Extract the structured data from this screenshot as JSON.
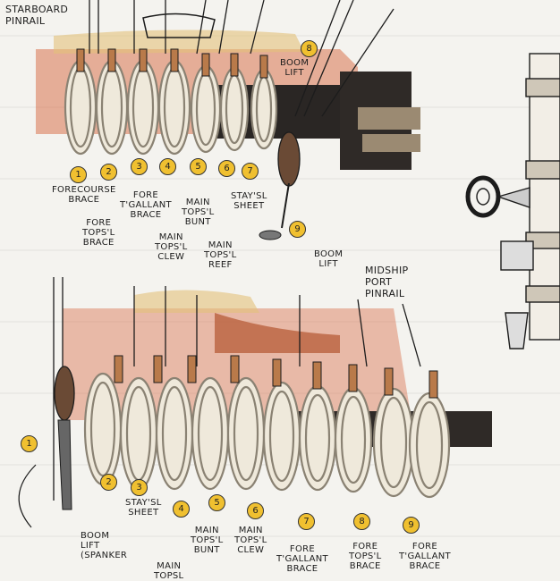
{
  "top_section": {
    "title": "STARBOARD\nPINRAIL",
    "badges": [
      "1",
      "2",
      "3",
      "4",
      "5",
      "6",
      "7",
      "8",
      "9"
    ],
    "labels": {
      "forecourse_brace": "FORECOURSE\nBRACE",
      "fore_topsl_brace": "FORE\nTOPS'L\nBRACE",
      "fore_tgallant_brace": "FORE\nT'GALLANT\nBRACE",
      "main_topsl_clew": "MAIN\nTOPS'L\nCLEW",
      "main_topsl_bunt": "MAIN\nTOPS'L\nBUNT",
      "main_topsl_reef": "MAIN\nTOPS'L\nREEF",
      "staysl_sheet": "STAY'SL\nSHEET",
      "boom_lift_upper": "BOOM\nLIFT",
      "boom_lift_lower": "BOOM\nLIFT"
    }
  },
  "bottom_section": {
    "title": "MIDSHIP\nPORT\nPINRAIL",
    "badges": [
      "1",
      "2",
      "3",
      "4",
      "5",
      "6",
      "7",
      "8",
      "9"
    ],
    "labels": {
      "boom_lift_spanker": "BOOM\nLIFT\n(SPANKER",
      "staysl_sheet": "STAY'SL\nSHEET",
      "main_topsl_partial": "MAIN\nTOPSL",
      "main_topsl_bunt": "MAIN\nTOPS'L\nBUNT",
      "main_topsl_clew": "MAIN\nTOPS'L\nCLEW",
      "fore_tgallant_brace_1": "FORE\nT'GALLANT\nBRACE",
      "fore_topsl_brace": "FORE\nTOPS'L\nBRACE",
      "fore_tgallant_brace_2": "FORE\nT'GALLANT\nBRACE"
    }
  },
  "colors": {
    "paper": "#f4f3ef",
    "rope": "#efe9db",
    "ink": "#1c1c1c",
    "wood": "#b97a4a",
    "badge": "#f0c030",
    "wash": "#d9734f"
  }
}
